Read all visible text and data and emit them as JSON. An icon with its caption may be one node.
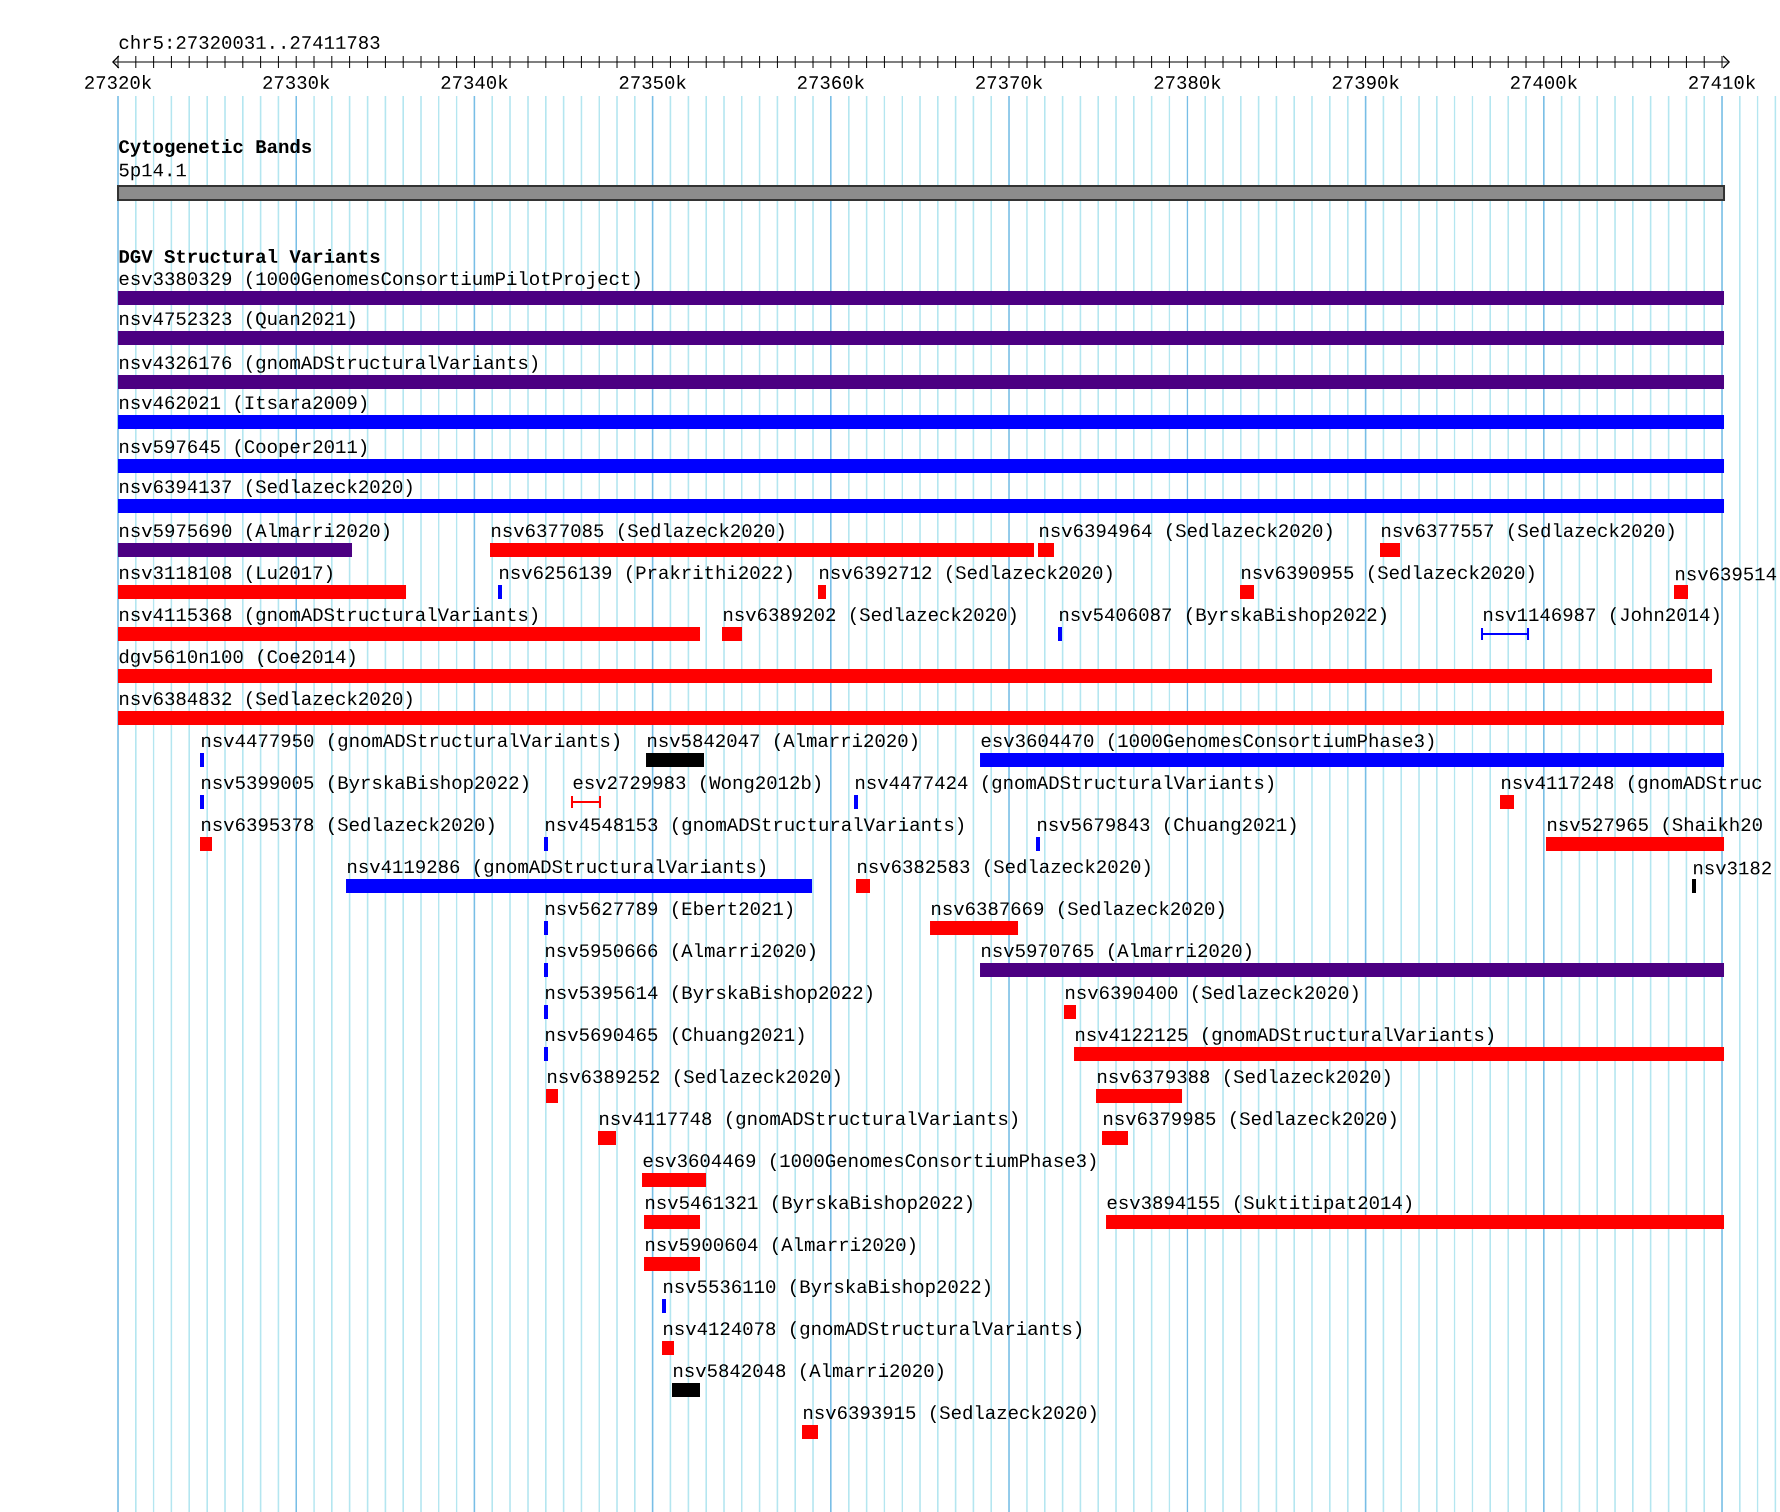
{
  "diagram": {
    "nodes": [
      {
        "text": [
          "5p14.1"
        ]
      },
      {
        "text": [
          "esv3380329 (1000GenomesConsortiumPilotProject)"
        ]
      },
      {
        "text": [
          "nsv4752323 (Quan2021)"
        ]
      },
      {
        "text": [
          "nsv4326176 (gnomADStructuralVariants)"
        ]
      },
      {
        "text": [
          "nsv462021 (Itsara2009)"
        ]
      },
      {
        "text": [
          "nsv597645 (Cooper2011)"
        ]
      },
      {
        "text": [
          "nsv6394137 (Sedlazeck2020)"
        ]
      },
      {
        "text": [
          "nsv5975690 (Almarri2020)"
        ]
      },
      {
        "text": [
          "nsv6377085 (Sedlazeck2020)"
        ]
      },
      {
        "text": [
          "nsv6394964 (Sedlazeck2020)"
        ]
      },
      {
        "text": [
          "nsv6377557 (Sedlazeck2020)"
        ]
      },
      {
        "text": [
          "nsv3118108 (Lu2017)"
        ]
      },
      {
        "text": [
          "nsv6256139 (Prakrithi2022)"
        ]
      },
      {
        "text": [
          "nsv6392712 (Sedlazeck2020)"
        ]
      },
      {
        "text": [
          "nsv6390955 (Sedlazeck2020)"
        ]
      },
      {
        "text": [
          "nsv639514"
        ]
      },
      {
        "text": [
          "nsv4115368 (gnomADStructuralVariants)"
        ]
      },
      {
        "text": [
          "nsv6389202 (Sedlazeck2020)"
        ]
      },
      {
        "text": [
          "nsv5406087 (ByrskaBishop2022)"
        ]
      },
      {
        "text": [
          "nsv1146987 (John2014)"
        ]
      },
      {
        "text": [
          "dgv5610n100 (Coe2014)"
        ]
      },
      {
        "text": [
          "nsv6384832 (Sedlazeck2020)"
        ]
      },
      {
        "text": [
          "nsv4477950 (gnomADStructuralVariants)"
        ]
      },
      {
        "text": [
          "nsv5842047 (Almarri2020)"
        ]
      },
      {
        "text": [
          "esv3604470 (1000GenomesConsortiumPhase3)"
        ]
      },
      {
        "text": [
          "nsv5399005 (ByrskaBishop2022)"
        ]
      },
      {
        "text": [
          "esv2729983 (Wong2012b)"
        ]
      },
      {
        "text": [
          "nsv4477424 (gnomADStructuralVariants)"
        ]
      },
      {
        "text": [
          "nsv4117248 (gnomADStruc"
        ]
      },
      {
        "text": [
          "nsv6395378 (Sedlazeck2020)"
        ]
      },
      {
        "text": [
          "nsv4548153 (gnomADStructuralVariants)"
        ]
      },
      {
        "text": [
          "nsv5679843 (Chuang2021)"
        ]
      },
      {
        "text": [
          "nsv527965 (Shaikh20"
        ]
      },
      {
        "text": [
          "nsv4119286 (gnomADStructuralVariants)"
        ]
      },
      {
        "text": [
          "nsv6382583 (Sedlazeck2020)"
        ]
      },
      {
        "text": [
          "nsv3182"
        ]
      },
      {
        "text": [
          "nsv5627789 (Ebert2021)"
        ]
      },
      {
        "text": [
          "nsv6387669 (Sedlazeck2020)"
        ]
      },
      {
        "text": [
          "nsv5950666 (Almarri2020)"
        ]
      },
      {
        "text": [
          "nsv5970765 (Almarri2020)"
        ]
      },
      {
        "text": [
          "nsv5395614 (ByrskaBishop2022)"
        ]
      },
      {
        "text": [
          "nsv6390400 (Sedlazeck2020)"
        ]
      },
      {
        "text": [
          "nsv5690465 (Chuang2021)"
        ]
      },
      {
        "text": [
          "nsv4122125 (gnomADStructuralVariants)"
        ]
      },
      {
        "text": [
          "nsv6389252 (Sedlazeck2020)"
        ]
      },
      {
        "text": [
          "nsv6379388 (Sedlazeck2020)"
        ]
      },
      {
        "text": [
          "nsv4117748 (gnomADStructuralVariants)"
        ]
      },
      {
        "text": [
          "nsv6379985 (Sedlazeck2020)"
        ]
      },
      {
        "text": [
          "esv3604469 (1000GenomesConsortiumPhase3)"
        ]
      },
      {
        "text": [
          "nsv5461321 (ByrskaBishop2022)"
        ]
      },
      {
        "text": [
          "esv3894155 (Suktitipat2014)"
        ]
      },
      {
        "text": [
          "nsv5900604 (Almarri2020)"
        ]
      },
      {
        "text": [
          "nsv5536110 (ByrskaBishop2022)"
        ]
      },
      {
        "text": [
          "nsv4124078 (gnomADStructuralVariants)"
        ]
      },
      {
        "text": [
          "nsv5842048 (Almarri2020)"
        ]
      },
      {
        "text": [
          "nsv6393915 (Sedlazeck2020)"
        ]
      }
    ],
    "labels": [
      "chr5:27320031..27411783",
      "27320k",
      "27330k",
      "27340k",
      "27350k",
      "27360k",
      "27370k",
      "27380k",
      "27390k",
      "27400k",
      "27410k",
      "Cytogenetic Bands",
      "DGV Structural Variants"
    ]
  }
}
